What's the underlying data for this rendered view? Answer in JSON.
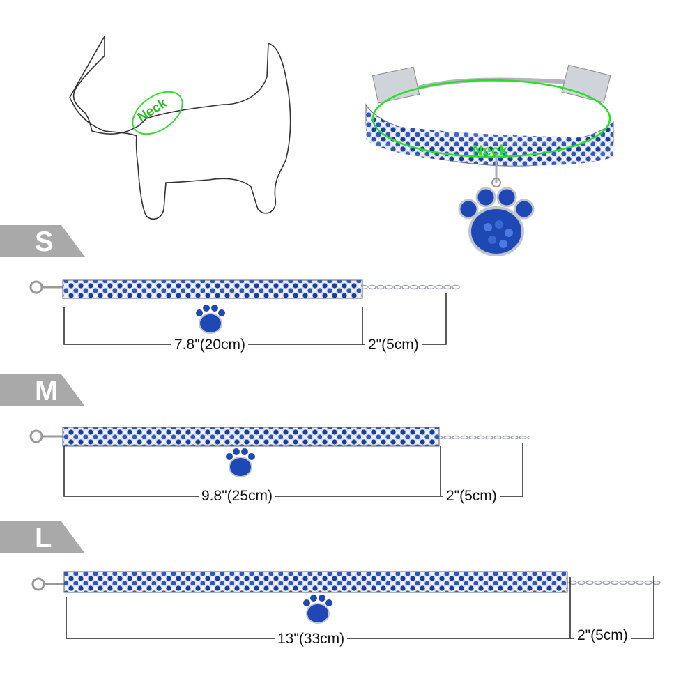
{
  "diagram": {
    "neck_label": "Neck"
  },
  "sizes": [
    {
      "name": "S",
      "collar_length": "7.8\"(20cm)",
      "extension_length": "2\"(5cm)"
    },
    {
      "name": "M",
      "collar_length": "9.8\"(25cm)",
      "extension_length": "2\"(5cm)"
    },
    {
      "name": "L",
      "collar_length": "13\"(33cm)",
      "extension_length": "2\"(5cm)"
    }
  ],
  "colors": {
    "stone_blue": "#1a3e9c",
    "stone_white": "#dcdfe6",
    "chain_silver": "#b8bcc4",
    "tab_gray": "#a9a9a9",
    "neck_green": "#22e022"
  }
}
